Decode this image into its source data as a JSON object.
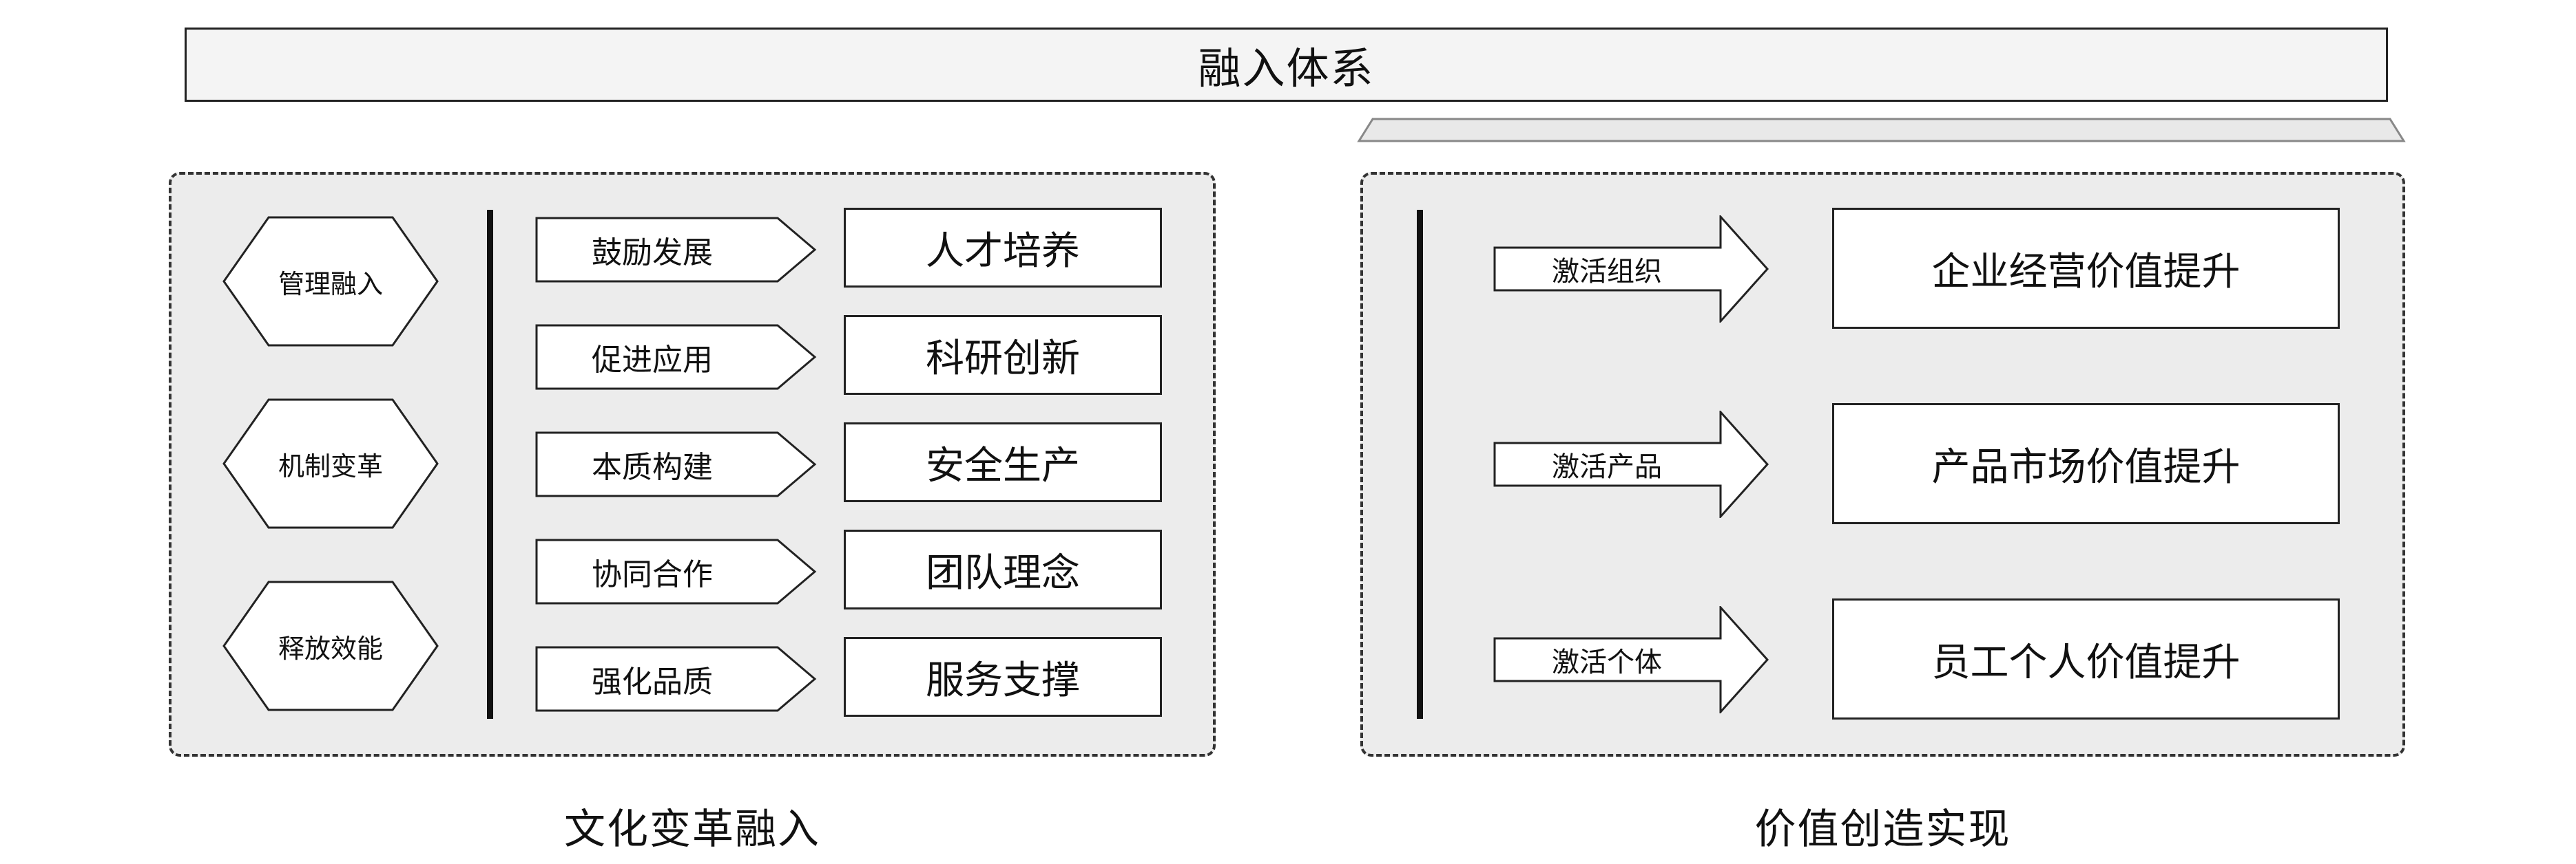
{
  "title": "融入体系",
  "left_panel": {
    "caption": "文化变革融入",
    "hexagons": [
      "管理融入",
      "机制变革",
      "释放效能"
    ],
    "drivers": [
      "鼓励发展",
      "促进应用",
      "本质构建",
      "协同合作",
      "强化品质"
    ],
    "outcomes": [
      "人才培养",
      "科研创新",
      "安全生产",
      "团队理念",
      "服务支撑"
    ]
  },
  "right_panel": {
    "caption": "价值创造实现",
    "activations": [
      "激活组织",
      "激活产品",
      "激活个体"
    ],
    "values": [
      "企业经营价值提升",
      "产品市场价值提升",
      "员工个人价值提升"
    ]
  },
  "colors": {
    "panel_bg": "#ececec",
    "banner_bg": "#f4f4f4",
    "stroke": "#222222"
  }
}
